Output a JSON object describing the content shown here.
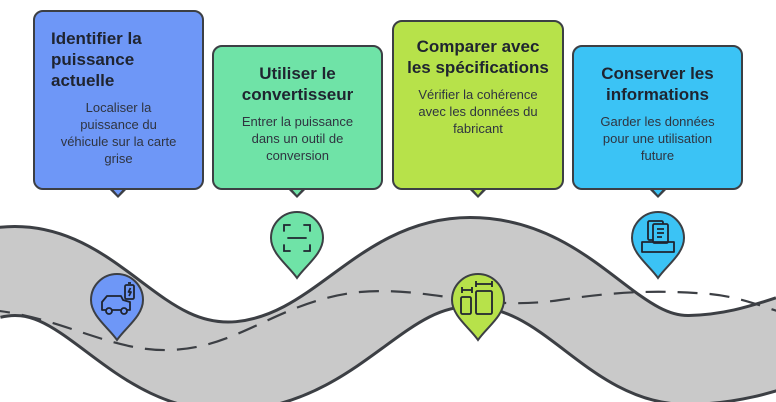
{
  "steps": [
    {
      "title": "Identifier la puissance actuelle",
      "description": "Localiser la puissance du véhicule sur la carte grise",
      "icon": "electric-car-icon",
      "color": "#6e97f7"
    },
    {
      "title": "Utiliser le convertisseur",
      "description": "Entrer la puissance dans un outil de conversion",
      "icon": "scan-frame-icon",
      "color": "#6fe3a7"
    },
    {
      "title": "Comparer avec les spécifications",
      "description": "Vérifier la cohérence avec les données du fabricant",
      "icon": "compare-measure-icon",
      "color": "#b7e24a"
    },
    {
      "title": "Conserver les informations",
      "description": "Garder les données pour une utilisation future",
      "icon": "archive-documents-icon",
      "color": "#3bc3f5"
    }
  ],
  "road": {
    "surface_color": "#c9c9c9",
    "edge_color": "#3c3f44"
  }
}
